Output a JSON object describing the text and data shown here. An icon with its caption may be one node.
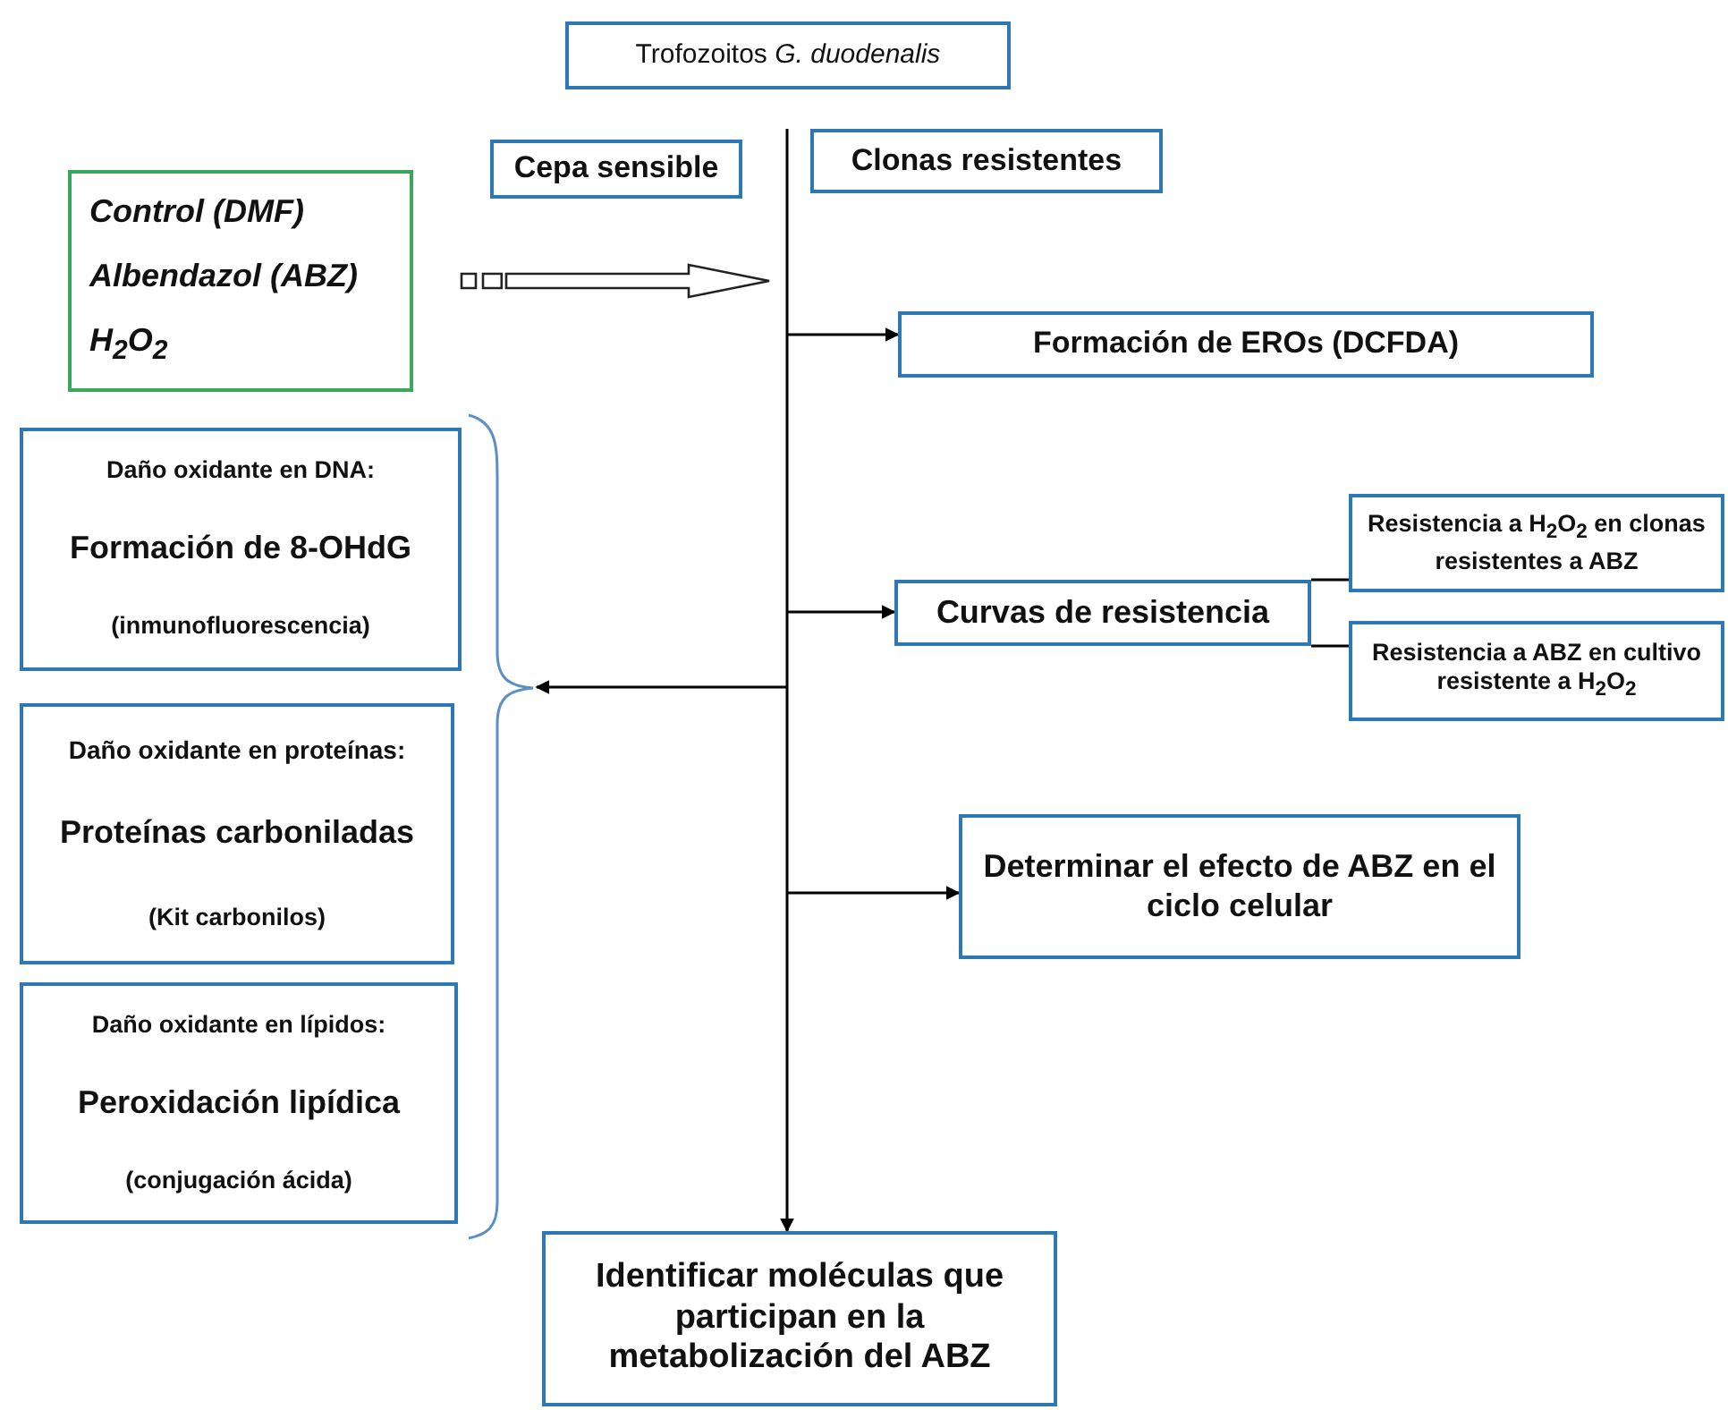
{
  "diagram": {
    "nodes": [
      {
        "text": [
          "Trofozoitos *G. duodenalis*"
        ]
      },
      {
        "text": [
          "Cepa sensible"
        ]
      },
      {
        "text": [
          "Clonas resistentes"
        ]
      },
      {
        "text": [
          "Control (DMF)",
          "Albendazol (ABZ)",
          "H$_{2}$O$_{2}$"
        ]
      },
      {
        "text": [
          "Formación de EROs (DCFDA)"
        ]
      },
      {
        "text": [
          "Curvas de resistencia"
        ]
      },
      {
        "text": [
          "Resistencia a H$_{2}$O$_{2}$ en clonas resistentes a ABZ"
        ]
      },
      {
        "text": [
          "Resistencia a ABZ en cultivo resistente a H$_{2}$O$_{2}$"
        ]
      },
      {
        "text": [
          "Determinar el efecto de ABZ en el ciclo celular"
        ]
      },
      {
        "text": [
          "Daño oxidante en DNA:",
          "Formación de 8-OHdG",
          "(inmunofluorescencia)"
        ]
      },
      {
        "text": [
          "Daño oxidante en proteínas:",
          "Proteínas carboniladas",
          "(Kit carbonilos)"
        ]
      },
      {
        "text": [
          "Daño oxidante en lípidos:",
          "Peroxidación lipídica",
          "(conjugación ácida)"
        ]
      },
      {
        "text": [
          "Identificar moléculas que participan en la metabolización del ABZ"
        ]
      },
      {
        "text": [],
        "shape": "brace"
      }
    ],
    "edges": [
      {
        "from": 3,
        "to": null,
        "arrow": "to",
        "style": "thick"
      },
      {
        "from": null,
        "to": 4,
        "arrow": "to"
      },
      {
        "from": null,
        "to": 5,
        "arrow": "to"
      },
      {
        "from": 5,
        "to": 6,
        "arrow": "none"
      },
      {
        "from": 5,
        "to": 7,
        "arrow": "none"
      },
      {
        "from": null,
        "to": 13,
        "arrow": "to"
      },
      {
        "from": null,
        "to": 8,
        "arrow": "to"
      },
      {
        "from": null,
        "to": 12,
        "arrow": "to"
      }
    ]
  }
}
